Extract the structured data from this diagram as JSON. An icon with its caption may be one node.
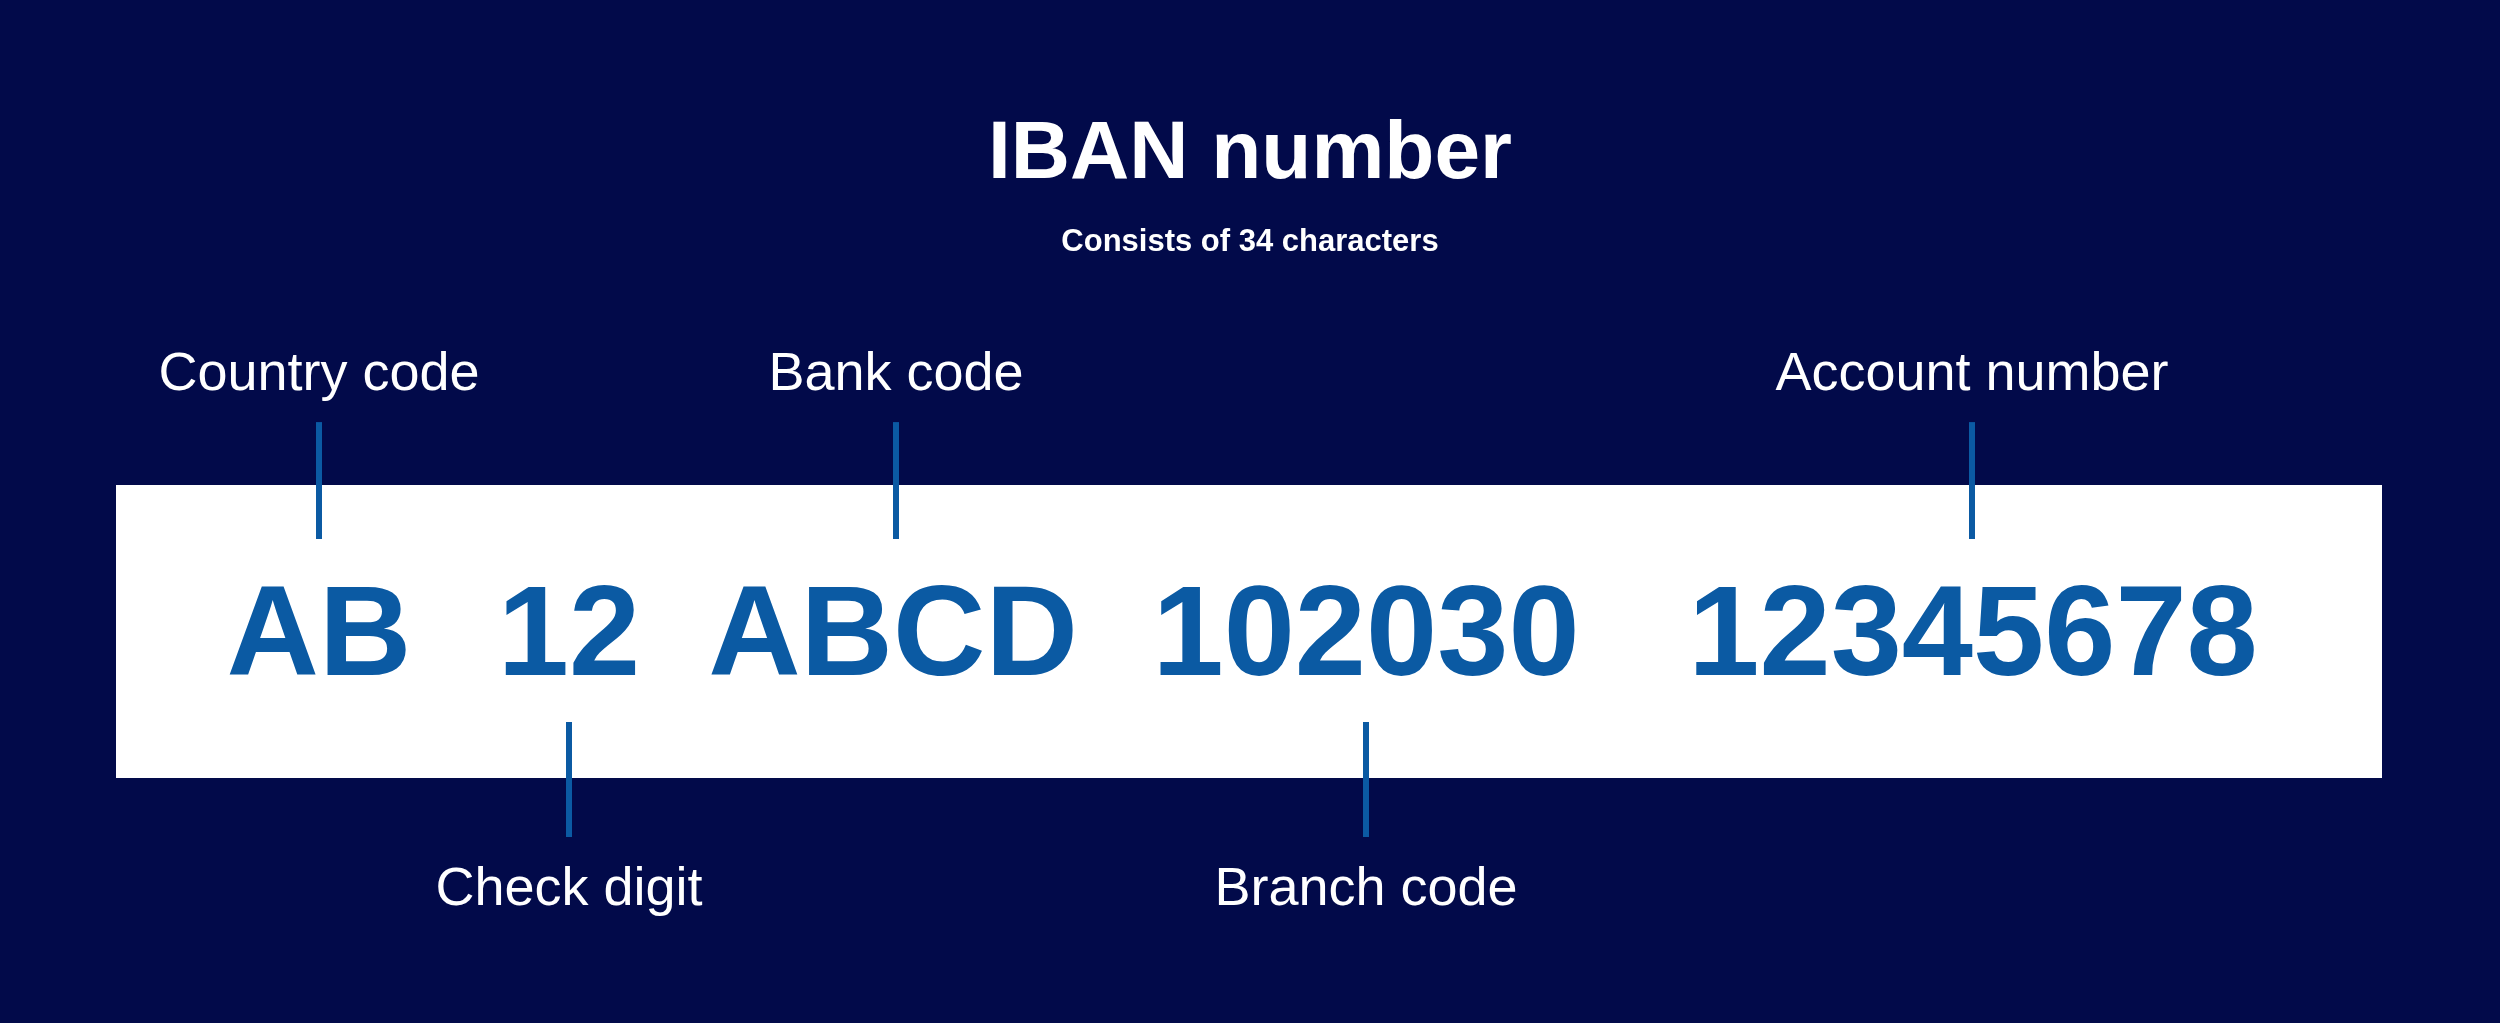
{
  "diagram": {
    "title": "IBAN number",
    "nodes": [
      {
        "text": [
          "Country code"
        ]
      },
      {
        "text": [
          "Bank code"
        ]
      },
      {
        "text": [
          "Account number"
        ]
      },
      {
        "text": [],
        "shape": "bar"
      },
      {
        "text": [
          "AB"
        ],
        "in": 3
      },
      {
        "text": [
          "12"
        ],
        "in": 3
      },
      {
        "text": [
          "ABCD"
        ],
        "in": 3
      },
      {
        "text": [
          "102030"
        ],
        "in": 3
      },
      {
        "text": [
          "12345678"
        ],
        "in": 3
      },
      {
        "text": [
          "Check digit"
        ]
      },
      {
        "text": [
          "Branch code"
        ]
      }
    ],
    "edges": [
      {
        "from": 0,
        "to": 4,
        "arrow": "none"
      },
      {
        "from": 1,
        "to": 6,
        "arrow": "none"
      },
      {
        "from": 2,
        "to": 8,
        "arrow": "none"
      },
      {
        "from": 9,
        "to": 5,
        "arrow": "none"
      },
      {
        "from": 10,
        "to": 7,
        "arrow": "none"
      }
    ],
    "labels": [
      "Consists of 34 characters"
    ]
  }
}
